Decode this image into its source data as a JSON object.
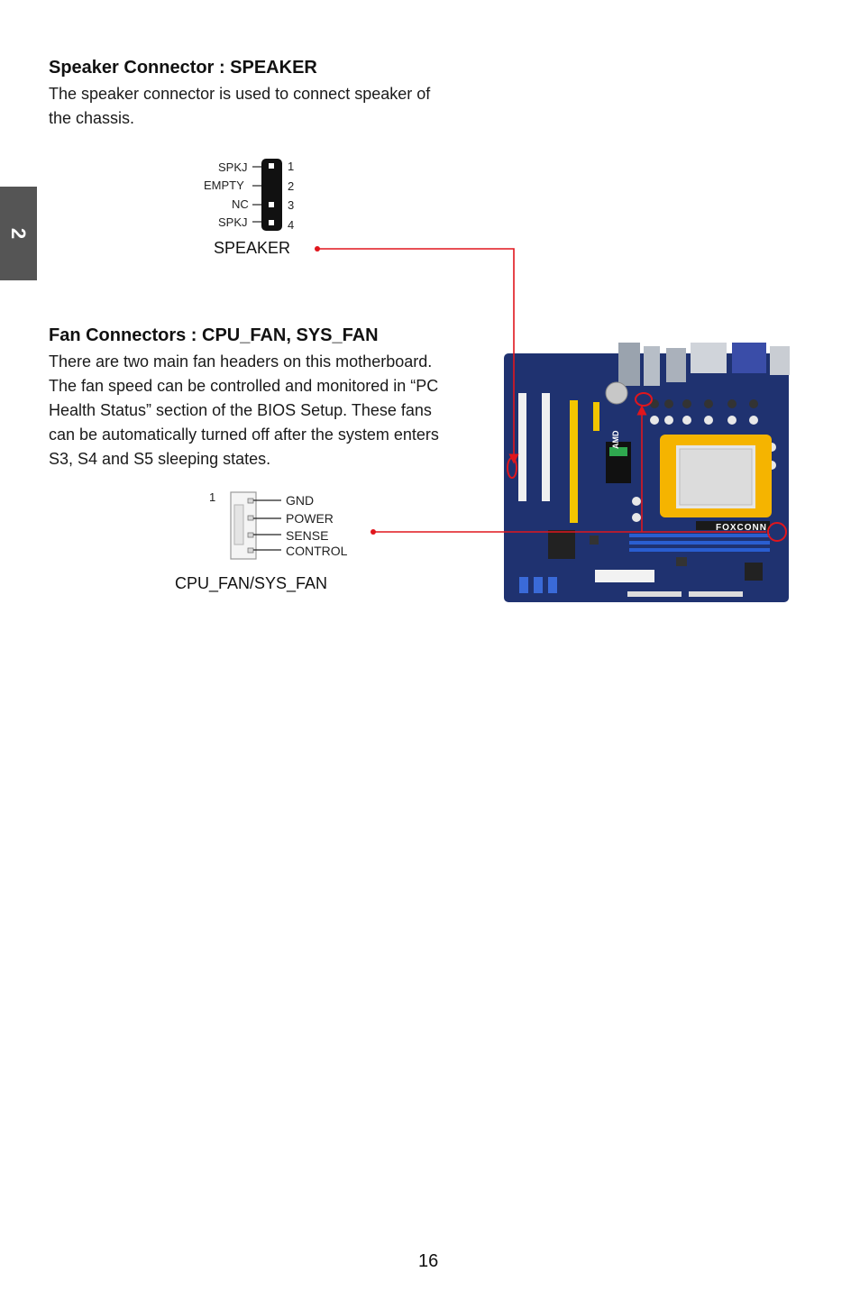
{
  "chapter_tab": "2",
  "speaker": {
    "heading": "Speaker Connector : SPEAKER",
    "body_line1": "The speaker connector is used to connect speaker of",
    "body_line2": "the chassis.",
    "pin_labels": [
      "SPKJ",
      "EMPTY",
      "NC",
      "SPKJ"
    ],
    "pin_numbers": [
      "1",
      "2",
      "3",
      "4"
    ],
    "caption": "SPEAKER"
  },
  "fan": {
    "heading": "Fan Connectors : CPU_FAN, SYS_FAN",
    "body_lines": [
      "There are two main fan headers on this motherboard.",
      "The fan speed can be controlled and monitored in “PC",
      "Health Status” section of the BIOS Setup. These fans",
      "can be automatically turned off after the system enters",
      "S3, S4 and S5 sleeping states."
    ],
    "pin_one": "1",
    "pin_labels": [
      "GND",
      "POWER",
      "SENSE",
      "CONTROL"
    ],
    "caption": "CPU_FAN/SYS_FAN"
  },
  "board": {
    "brand": "FOXCONN",
    "chip_label": "AMD"
  },
  "colors": {
    "accent_red": "#e0161d",
    "board_blue": "#1f3270",
    "slot_yellow": "#f2c500",
    "tab_gray": "#555555"
  },
  "page_number": "16"
}
